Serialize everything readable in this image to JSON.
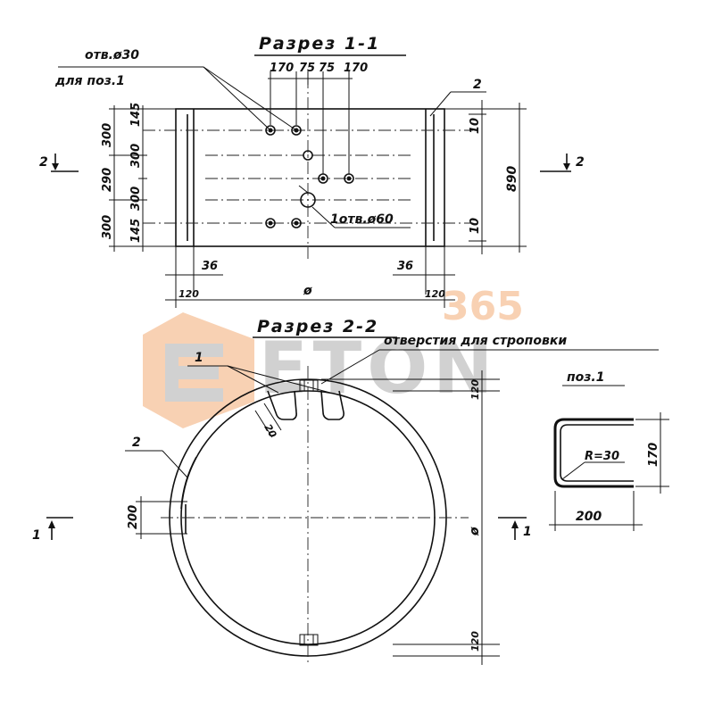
{
  "watermark": {
    "number": "365",
    "word": "ETON",
    "color_orange": "#f7c9a6",
    "color_gray": "#c9c9c9"
  },
  "section_1_1": {
    "title": "Разрез 1-1",
    "holes_label": "отв.ø30",
    "holes_note": "для поз.1",
    "top_dims": [
      "170",
      "75",
      "75",
      "170"
    ],
    "left_dims_outer": [
      "300",
      "290",
      "300"
    ],
    "left_dims_inner": [
      "145",
      "300",
      "300",
      "145"
    ],
    "right_dims": [
      "10",
      "10"
    ],
    "height": "890",
    "center_hole_label": "1отв.ø60",
    "bottom_dims": [
      "36",
      "36"
    ],
    "wall_dims": [
      "120",
      "120"
    ],
    "diameter_symbol": "ø",
    "pos_label": "2",
    "section_marks": [
      "2",
      "2"
    ]
  },
  "section_2_2": {
    "title": "Разрез 2-2",
    "lifting_holes_label": "отверстия для строповки",
    "pos1_label": "1",
    "pos2_label": "2",
    "dim_20": "20",
    "dim_120_top": "120",
    "dim_120_bottom": "120",
    "dim_200": "200",
    "diameter_symbol": "ø",
    "section_marks": [
      "1",
      "1"
    ]
  },
  "pos_1": {
    "title": "поз.1",
    "radius": "R=30",
    "height": "170",
    "width": "200"
  }
}
